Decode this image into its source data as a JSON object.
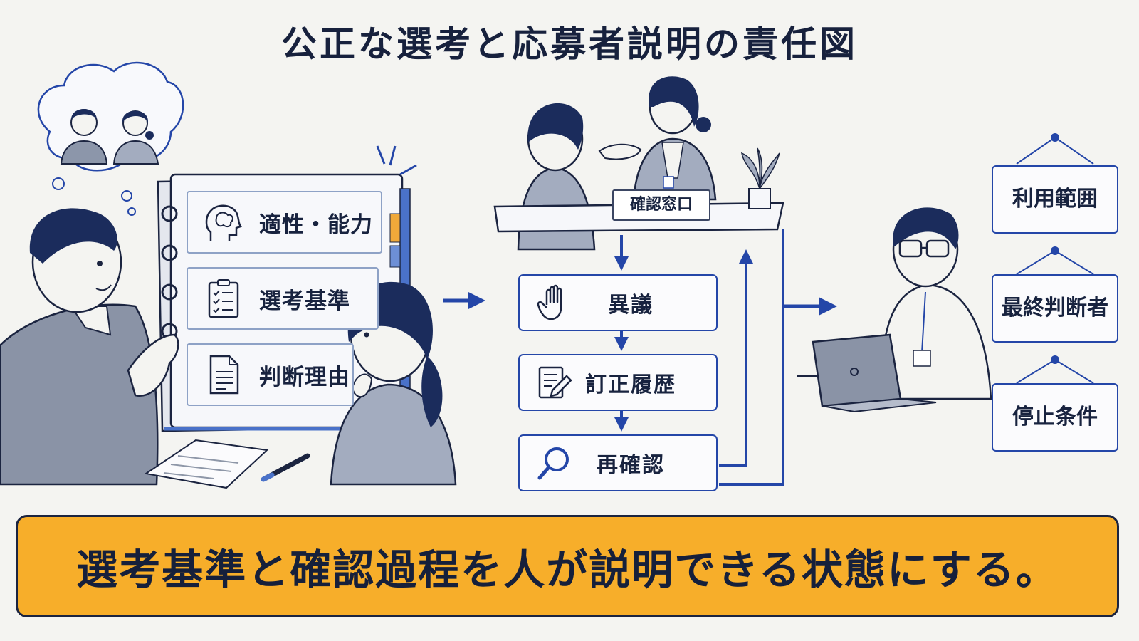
{
  "title": "公正な選考と応募者説明の責任図",
  "binder_cards": [
    {
      "label": "適性・能力",
      "icon": "brain-head-icon"
    },
    {
      "label": "選考基準",
      "icon": "clipboard-checklist-icon"
    },
    {
      "label": "判断理由",
      "icon": "document-icon"
    }
  ],
  "counter_sign": "確認窓口",
  "flow_steps": [
    {
      "label": "異議",
      "icon": "raised-hand-icon"
    },
    {
      "label": "訂正履歴",
      "icon": "edit-document-icon"
    },
    {
      "label": "再確認",
      "icon": "magnifier-icon"
    }
  ],
  "hanging_signs": [
    "利用範囲",
    "最終判断者",
    "停止条件"
  ],
  "banner": "選考基準と確認過程を人が説明できる状態にする。",
  "colors": {
    "accent_blue": "#2446a8",
    "banner_orange": "#f7ae2a",
    "ink": "#18233f",
    "background": "#f4f4f1"
  }
}
